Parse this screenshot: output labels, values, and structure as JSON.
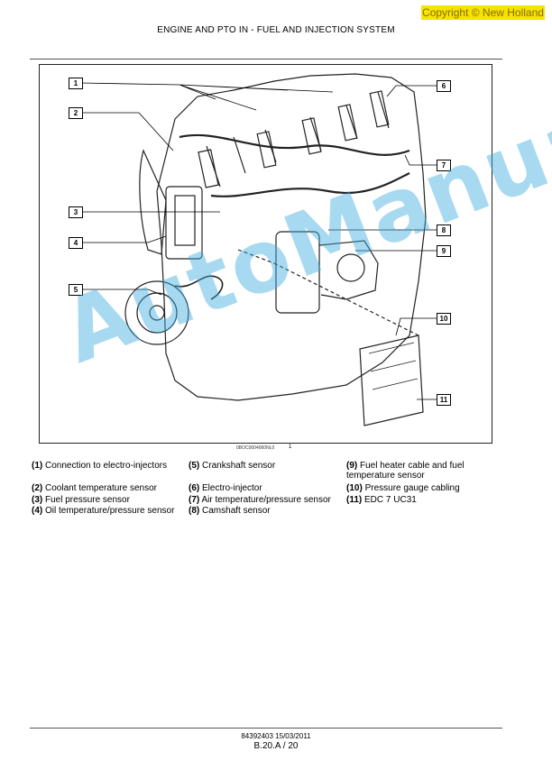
{
  "copyright": "Copyright © New Holland",
  "header": {
    "title": "ENGINE AND PTO IN - FUEL AND INJECTION SYSTEM"
  },
  "figure": {
    "caption_code": "0BOC0004060NL0",
    "number": "1",
    "callouts": [
      "1",
      "2",
      "3",
      "4",
      "5",
      "6",
      "7",
      "8",
      "9",
      "10",
      "11"
    ]
  },
  "legend": [
    {
      "num": "(1)",
      "text": " Connection to electro-injectors"
    },
    {
      "num": "(2)",
      "text": " Coolant temperature sensor"
    },
    {
      "num": "(3)",
      "text": " Fuel pressure sensor"
    },
    {
      "num": "(4)",
      "text": " Oil temperature/pressure sensor"
    },
    {
      "num": "(5)",
      "text": " Crankshaft sensor"
    },
    {
      "num": "(6)",
      "text": " Electro-injector"
    },
    {
      "num": "(7)",
      "text": " Air temperature/pressure sensor"
    },
    {
      "num": "(8)",
      "text": " Camshaft sensor"
    },
    {
      "num": "(9)",
      "text": " Fuel heater cable and fuel temperature sensor"
    },
    {
      "num": "(10)",
      "text": " Pressure gauge cabling"
    },
    {
      "num": "(11)",
      "text": " EDC 7 UC31"
    }
  ],
  "footer": {
    "doc": "84392403 15/03/2011",
    "page": "B.20.A / 20"
  },
  "watermark": "AutoManual",
  "colors": {
    "copyright_bg": "#f5e400",
    "watermark": "#3caae1"
  }
}
